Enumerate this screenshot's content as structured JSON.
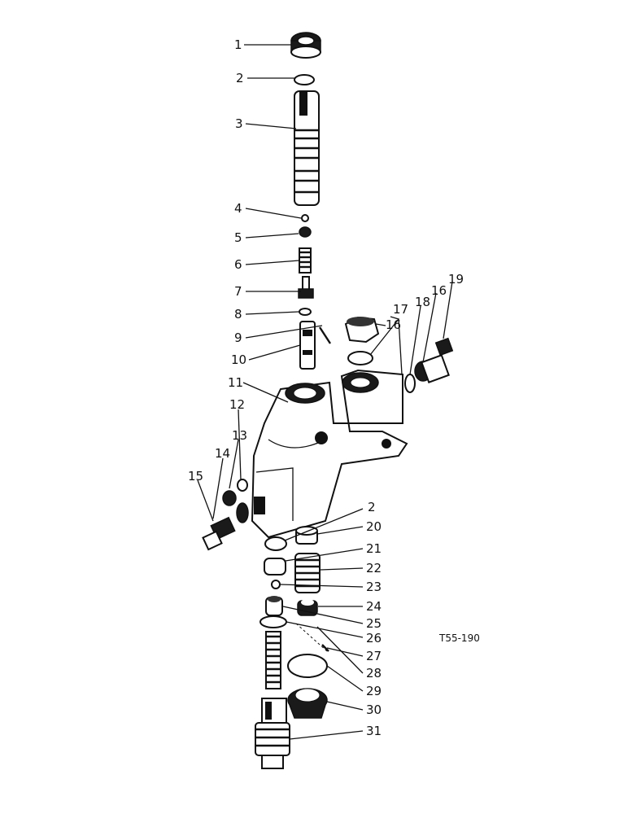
{
  "drawing_ref": "T55-190",
  "callouts": [
    {
      "id": "c1",
      "label": "1"
    },
    {
      "id": "c2",
      "label": "2"
    },
    {
      "id": "c3",
      "label": "3"
    },
    {
      "id": "c4",
      "label": "4"
    },
    {
      "id": "c5",
      "label": "5"
    },
    {
      "id": "c6",
      "label": "6"
    },
    {
      "id": "c7",
      "label": "7"
    },
    {
      "id": "c8",
      "label": "8"
    },
    {
      "id": "c9",
      "label": "9"
    },
    {
      "id": "c10",
      "label": "10"
    },
    {
      "id": "c11",
      "label": "11"
    },
    {
      "id": "c12",
      "label": "12"
    },
    {
      "id": "c13",
      "label": "13"
    },
    {
      "id": "c14",
      "label": "14"
    },
    {
      "id": "c15",
      "label": "15"
    },
    {
      "id": "c16a",
      "label": "16"
    },
    {
      "id": "c17",
      "label": "17"
    },
    {
      "id": "c18",
      "label": "18"
    },
    {
      "id": "c16b",
      "label": "16"
    },
    {
      "id": "c19",
      "label": "19"
    },
    {
      "id": "c2b",
      "label": "2"
    },
    {
      "id": "c20",
      "label": "20"
    },
    {
      "id": "c21",
      "label": "21"
    },
    {
      "id": "c22",
      "label": "22"
    },
    {
      "id": "c23",
      "label": "23"
    },
    {
      "id": "c24",
      "label": "24"
    },
    {
      "id": "c25",
      "label": "25"
    },
    {
      "id": "c26",
      "label": "26"
    },
    {
      "id": "c27",
      "label": "27"
    },
    {
      "id": "c28",
      "label": "28"
    },
    {
      "id": "c29",
      "label": "29"
    },
    {
      "id": "c30",
      "label": "30"
    },
    {
      "id": "c31",
      "label": "31"
    }
  ]
}
